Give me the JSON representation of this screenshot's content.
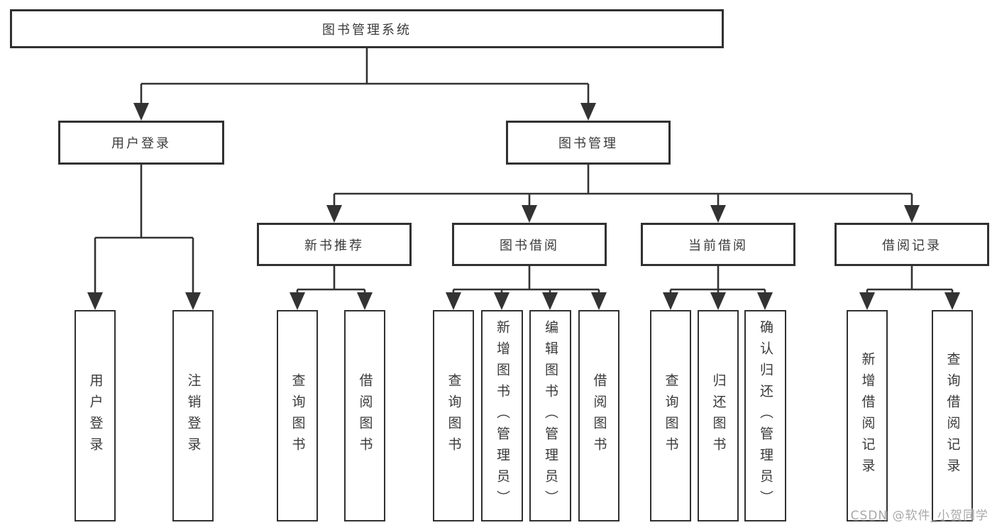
{
  "tree": {
    "root": "图书管理系统",
    "children": [
      {
        "label": "用户登录",
        "children": [
          "用户登录",
          "注销登录"
        ]
      },
      {
        "label": "图书管理",
        "children": [
          {
            "label": "新书推荐",
            "children": [
              "查询图书",
              "借阅图书"
            ]
          },
          {
            "label": "图书借阅",
            "children": [
              "查询图书",
              "新增图书（管理员）",
              "编辑图书（管理员）",
              "借阅图书"
            ]
          },
          {
            "label": "当前借阅",
            "children": [
              "查询图书",
              "归还图书",
              "确认归还（管理员）"
            ]
          },
          {
            "label": "借阅记录",
            "children": [
              "新增借阅记录",
              "查询借阅记录"
            ]
          }
        ]
      }
    ]
  },
  "watermark": {
    "text": "CSDN @软件_小贺同学",
    "color": "#9a9a9a"
  },
  "colors": {
    "line": "#333333",
    "box_border": "#313131",
    "text": "#3a3a3a",
    "background": "#ffffff"
  }
}
